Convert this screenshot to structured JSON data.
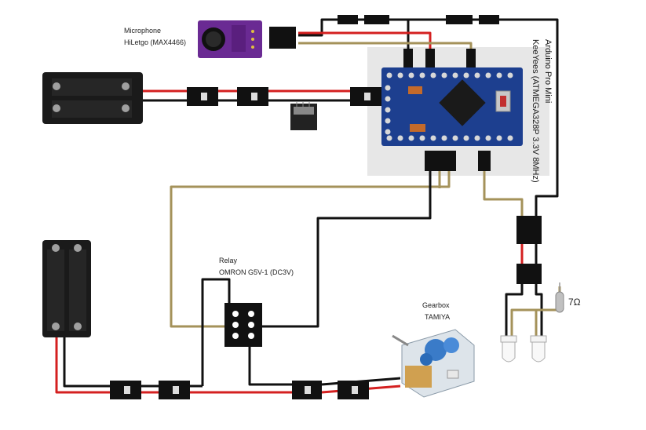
{
  "labels": {
    "microphone_title": "Microphone",
    "microphone_model": "HiLetgo (MAX4466)",
    "board_title": "Arduino Pro Mini",
    "board_model": "KeeYees (ATMEGA328P 3.3V 8MHz)",
    "relay_title": "Relay",
    "relay_model": "OMRON G5V-1 (DC3V)",
    "gearbox_title": "Gearbox",
    "gearbox_model": "TAMIYA",
    "resistor_value": "7Ω"
  },
  "colors": {
    "wire_black": "#111111",
    "wire_red": "#d42020",
    "wire_olive": "#a4925a",
    "board_blue": "#1d3f8f",
    "mic_purple": "#6a2a93",
    "board_bg": "#e8e8e8"
  }
}
